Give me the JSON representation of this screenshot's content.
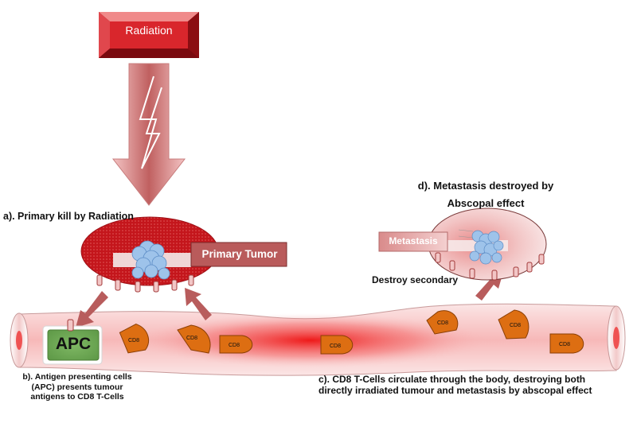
{
  "labels": {
    "radiation": "Radiation",
    "primary_kill": "a). Primary kill by Radiation",
    "primary_tumor": "Primary Tumor",
    "apc": "APC",
    "cd8": "CD8",
    "metastasis": "Metastasis",
    "destroy_secondary": "Destroy secondary",
    "metastasis_destroyed_line1": "d). Metastasis destroyed by",
    "metastasis_destroyed_line2": "Abscopal effect",
    "apc_caption_line1": "b). Antigen presenting cells",
    "apc_caption_line2": "(APC) presents tumour",
    "apc_caption_line3": "antigens to CD8 T-Cells",
    "cd8_caption_line1": "c). CD8 T-Cells circulate through the body, destroying both",
    "cd8_caption_line2": "directly irradiated tumour and metastasis by abscopal effect"
  },
  "colors": {
    "radiation_box": "#d9262c",
    "arrow": "#b85c5c",
    "vessel_center": "#ee1111",
    "tumor_ellipse": "#c4161c",
    "label_box": "#b95b5b",
    "cd8_cell": "#dd6e12",
    "apc_box": "#6fa852"
  }
}
